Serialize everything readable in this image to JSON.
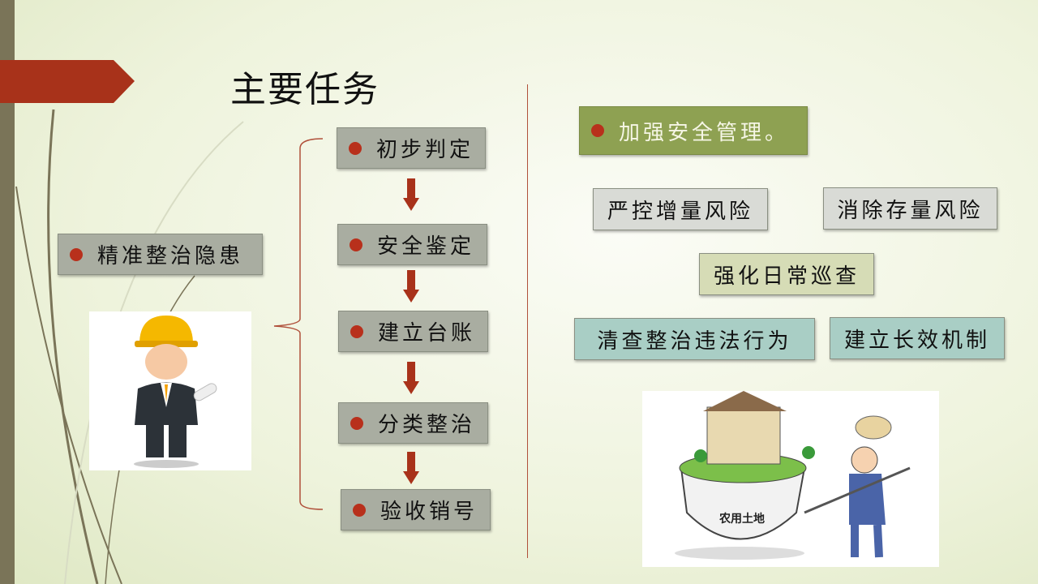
{
  "title": "主要任务",
  "left": {
    "main_item": "精准整治隐患"
  },
  "flow": [
    "初步判定",
    "安全鉴定",
    "建立台账",
    "分类整治",
    "验收销号"
  ],
  "right": {
    "header": "加强安全管理。",
    "items": [
      "严控增量风险",
      "消除存量风险",
      "强化日常巡查",
      "清查整治违法行为",
      "建立长效机制"
    ]
  },
  "illustration": {
    "bowl_label": "农用土地"
  },
  "colors": {
    "accent": "#a8321a",
    "header_bg": "#8ea152"
  }
}
